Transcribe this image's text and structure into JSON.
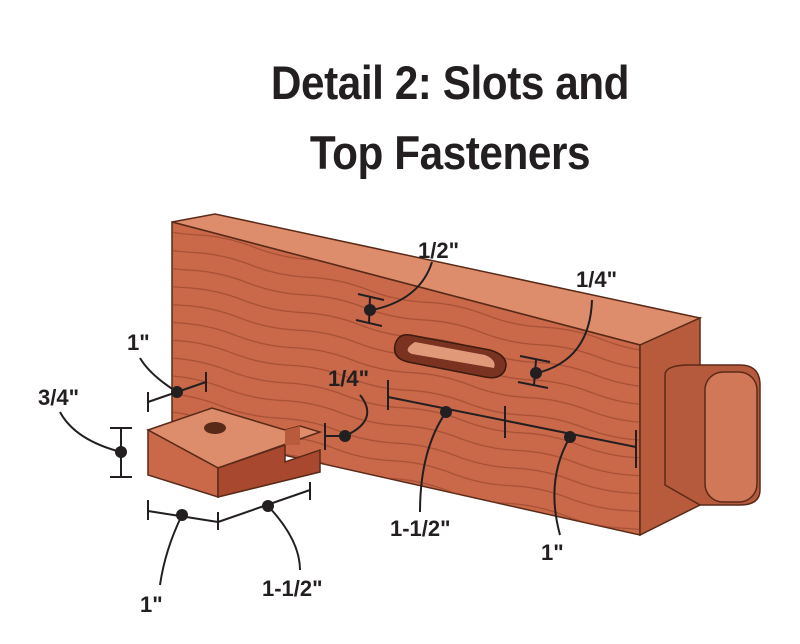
{
  "title": {
    "line1": "Detail 2: Slots and",
    "line2": "Top Fasteners"
  },
  "colors": {
    "wood": "#c9694a",
    "wood_light": "#dd8c6c",
    "wood_dark": "#a2482f",
    "ink": "#231f20"
  },
  "dimensions": {
    "slot_width": "1/2\"",
    "slot_offset": "1/4\"",
    "block_width": "1\"",
    "block_height": "3/4\"",
    "notch_depth": "1/4\"",
    "slot_length": "1-1/2\"",
    "slot_end_offset": "1\"",
    "block_depth": "1\"",
    "block_length": "1-1/2\""
  }
}
